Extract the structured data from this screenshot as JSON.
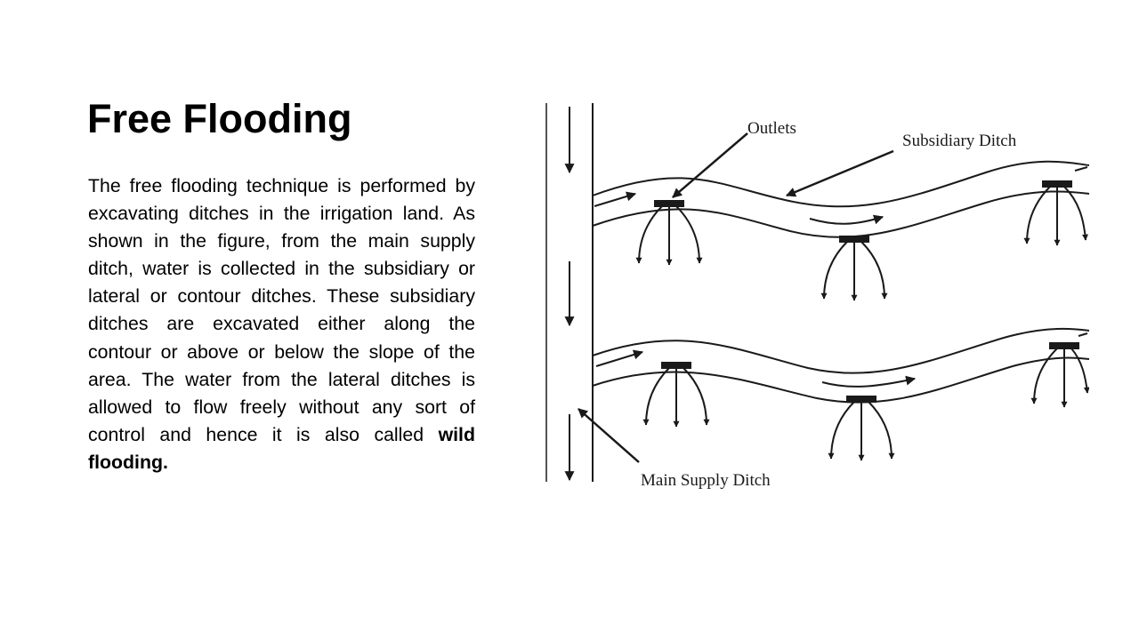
{
  "slide": {
    "title": "Free Flooding",
    "paragraph": "The free flooding technique is performed by excavating ditches in the irrigation land. As shown in the figure, from the main supply ditch, water is collected in the subsidiary or lateral or contour ditches. These subsidiary ditches are excavated either along the contour or above or below the slope of the area. The water from the lateral ditches is allowed to flow freely without any sort of control and hence it is also called",
    "paragraph_emphasis": "wild flooding."
  },
  "figure": {
    "labels": {
      "outlets": "Outlets",
      "subsidiary_ditch": "Subsidiary Ditch",
      "main_supply_ditch": "Main Supply Ditch"
    },
    "colors": {
      "ink": "#1a1a1a"
    }
  }
}
